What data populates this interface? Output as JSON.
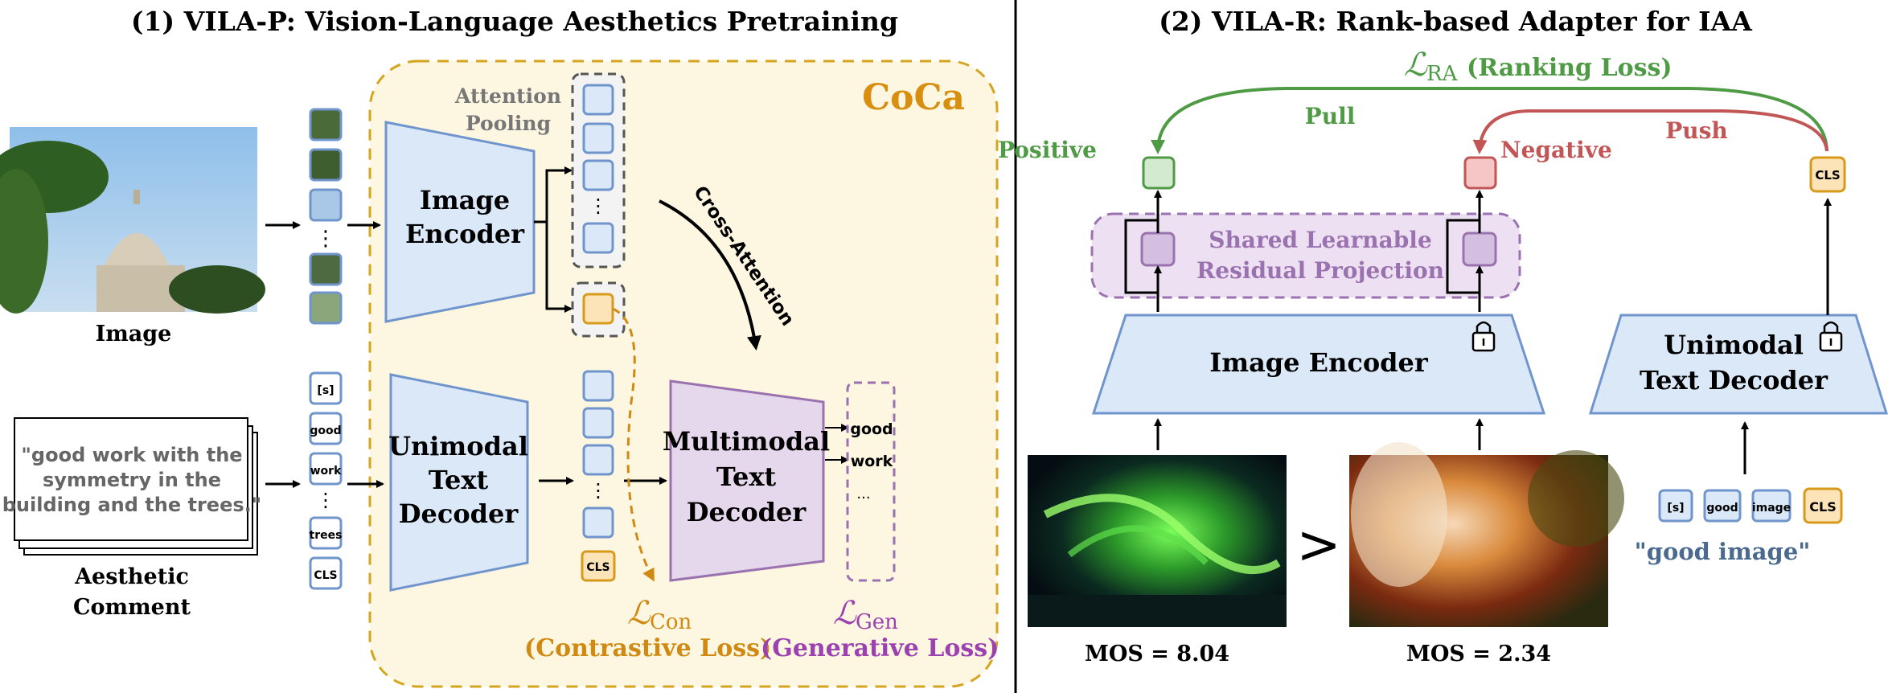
{
  "left": {
    "title": "(1) VILA-P: Vision-Language Aesthetics Pretraining",
    "coca": "CoCa",
    "image_label": "Image",
    "comment_text": [
      "\"good work with the",
      "symmetry in the",
      "building and the trees.\""
    ],
    "comment_label": [
      "Aesthetic",
      "Comment"
    ],
    "text_tokens": [
      "[s]",
      "good",
      "work",
      "⋮",
      "trees",
      "CLS"
    ],
    "image_encoder": [
      "Image",
      "Encoder"
    ],
    "unimodal_decoder": [
      "Unimodal",
      "Text",
      "Decoder"
    ],
    "multimodal_decoder": [
      "Multimodal",
      "Text",
      "Decoder"
    ],
    "attention_pooling": [
      "Attention",
      "Pooling"
    ],
    "cross_attention": "Cross-Attention",
    "cls_token": "CLS",
    "output_tokens": [
      "good",
      "work",
      "..."
    ],
    "loss_con_symbol": "ℒ",
    "loss_con_sub": "Con",
    "loss_con_text": "(Contrastive Loss)",
    "loss_gen_symbol": "ℒ",
    "loss_gen_sub": "Gen",
    "loss_gen_text": "(Generative Loss)",
    "dots": "⋮"
  },
  "right": {
    "title": "(2) VILA-R: Rank-based Adapter for IAA",
    "loss_symbol": "ℒ",
    "loss_sub": "RA",
    "loss_text": "(Ranking Loss)",
    "pull": "Pull",
    "push": "Push",
    "positive": "Positive",
    "negative": "Negative",
    "projection": [
      "Shared Learnable",
      "Residual Projection"
    ],
    "image_encoder": "Image Encoder",
    "text_decoder": [
      "Unimodal",
      "Text Decoder"
    ],
    "cls_token": "CLS",
    "text_tokens": [
      "[s]",
      "good",
      "image",
      "CLS"
    ],
    "caption": "\"good image\"",
    "comparator": ">",
    "mos_left": "MOS = 8.04",
    "mos_right": "MOS = 2.34"
  },
  "colors": {
    "coca_bg": "#fdf6e0",
    "coca_border": "#d6a520",
    "coca_title": "#d88f10",
    "blue_fill": "#dbe8f8",
    "blue_stroke": "#6f95cc",
    "purple_fill": "#e6d8ec",
    "purple_stroke": "#9b72b0",
    "orange_fill": "#fde4b8",
    "orange_stroke": "#d89a1a",
    "green": "#4f9a45",
    "red": "#c25555",
    "gen_purple": "#9b42b0",
    "caption_blue": "#4a6a8f"
  }
}
